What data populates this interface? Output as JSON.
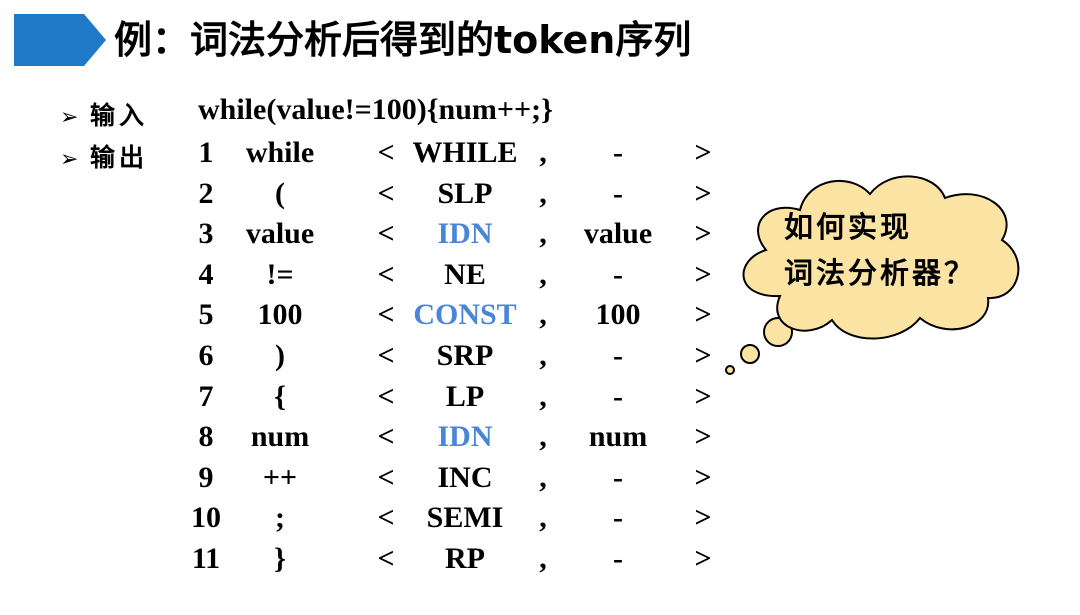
{
  "title": "例：词法分析后得到的token序列",
  "input": {
    "label": "输入",
    "text": "while(value!=100){num++;}"
  },
  "output": {
    "label": "输出"
  },
  "tokens": [
    {
      "n": "1",
      "lexeme": "while",
      "open": "<",
      "type": "WHILE",
      "sep": ",",
      "attr": "-",
      "close": ">",
      "highlight": false
    },
    {
      "n": "2",
      "lexeme": "(",
      "open": "<",
      "type": "SLP",
      "sep": ",",
      "attr": "-",
      "close": ">",
      "highlight": false
    },
    {
      "n": "3",
      "lexeme": "value",
      "open": "<",
      "type": "IDN",
      "sep": ",",
      "attr": "value",
      "close": ">",
      "highlight": true
    },
    {
      "n": "4",
      "lexeme": "!=",
      "open": "<",
      "type": "NE",
      "sep": ",",
      "attr": "-",
      "close": ">",
      "highlight": false
    },
    {
      "n": "5",
      "lexeme": "100",
      "open": "<",
      "type": "CONST",
      "sep": ",",
      "attr": "100",
      "close": ">",
      "highlight": true
    },
    {
      "n": "6",
      "lexeme": ")",
      "open": "<",
      "type": "SRP",
      "sep": ",",
      "attr": "-",
      "close": ">",
      "highlight": false
    },
    {
      "n": "7",
      "lexeme": "{",
      "open": "<",
      "type": "LP",
      "sep": ",",
      "attr": "-",
      "close": ">",
      "highlight": false
    },
    {
      "n": "8",
      "lexeme": "num",
      "open": "<",
      "type": "IDN",
      "sep": ",",
      "attr": "num",
      "close": ">",
      "highlight": true
    },
    {
      "n": "9",
      "lexeme": "++",
      "open": "<",
      "type": "INC",
      "sep": ",",
      "attr": "-",
      "close": ">",
      "highlight": false
    },
    {
      "n": "10",
      "lexeme": ";",
      "open": "<",
      "type": "SEMI",
      "sep": ",",
      "attr": "-",
      "close": ">",
      "highlight": false
    },
    {
      "n": "11",
      "lexeme": "}",
      "open": "<",
      "type": "RP",
      "sep": ",",
      "attr": "-",
      "close": ">",
      "highlight": false
    }
  ],
  "callout": {
    "line1": "如何实现",
    "line2": "词法分析器？"
  },
  "colors": {
    "accent_blue": "#1f78c8",
    "highlight_blue": "#4a86d8",
    "cloud_fill": "#fbe3a3"
  }
}
